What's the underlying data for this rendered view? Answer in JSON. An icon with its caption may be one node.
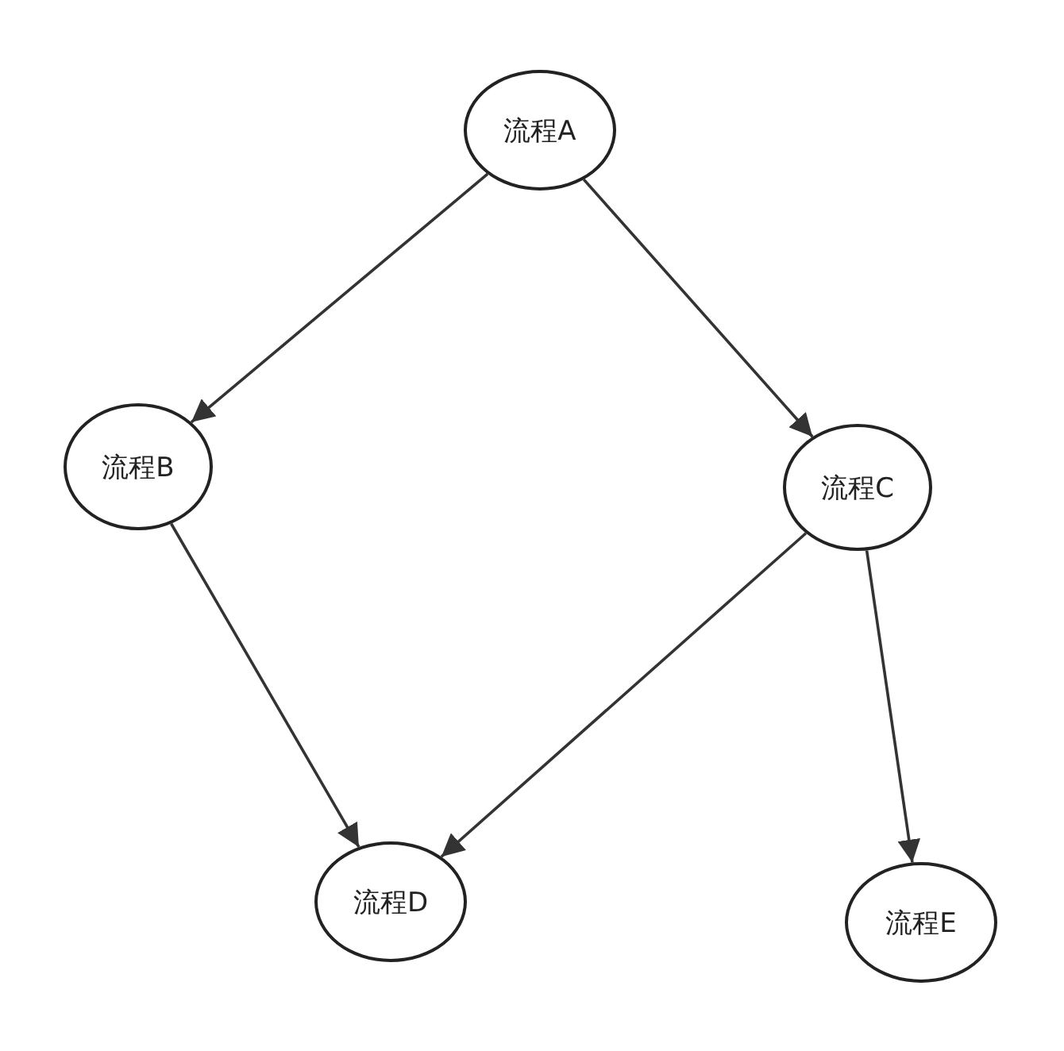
{
  "diagram": {
    "nodes": [
      {
        "text": [
          "流程A"
        ]
      },
      {
        "text": [
          "流程B"
        ]
      },
      {
        "text": [
          "流程C"
        ]
      },
      {
        "text": [
          "流程D"
        ]
      },
      {
        "text": [
          "流程E"
        ]
      }
    ],
    "edges": [
      {
        "from": 0,
        "to": 1,
        "arrow": "to"
      },
      {
        "from": 0,
        "to": 2,
        "arrow": "to"
      },
      {
        "from": 1,
        "to": 3,
        "arrow": "to"
      },
      {
        "from": 2,
        "to": 3,
        "arrow": "to"
      },
      {
        "from": 2,
        "to": 4,
        "arrow": "to"
      }
    ]
  }
}
